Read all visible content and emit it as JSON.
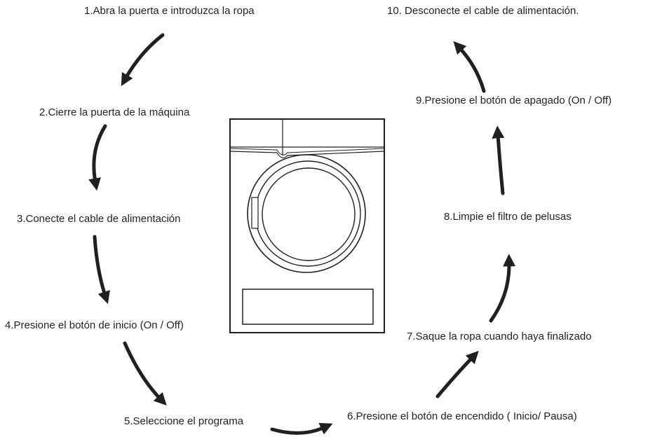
{
  "steps": [
    "1.Abra la puerta e introduzca la ropa",
    "2.Cierre la puerta de la máquina",
    "3.Conecte el cable de alimentación",
    "4.Presione el botón de inicio (On / Off)",
    "5.Seleccione el programa",
    "6.Presione el botón de encendido ( Inicio/ Pausa)",
    "7.Saque la ropa cuando haya finalizado",
    "8.Limpie el filtro de pelusas",
    "9.Presione el botón de apagado (On / Off)",
    "10. Desconecte el cable de alimentación."
  ],
  "colors": {
    "ink": "#231f20",
    "background": "#ffffff"
  },
  "illustration": "front-loading-machine-icon"
}
